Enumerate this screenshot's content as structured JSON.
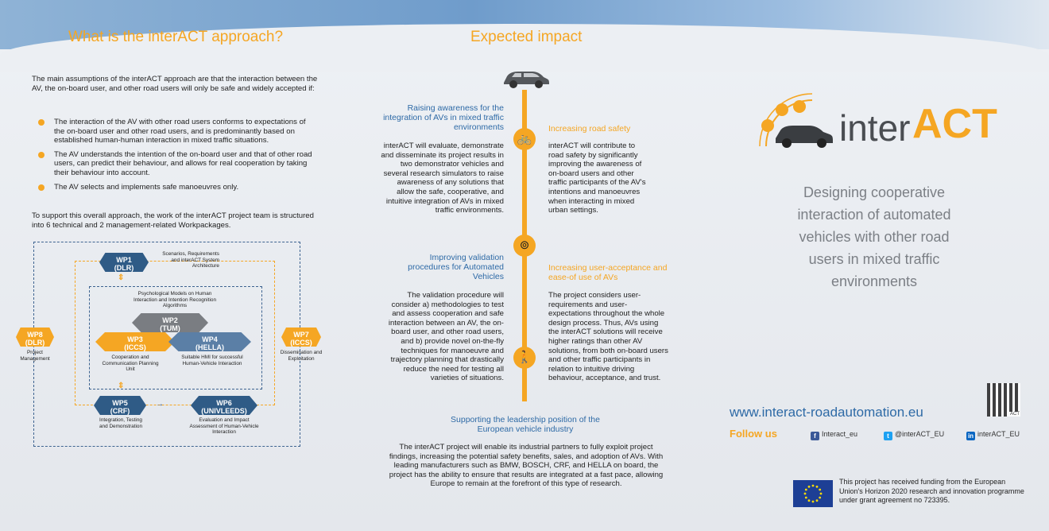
{
  "headers": {
    "left_title": "What is the interACT approach?",
    "middle_title": "Expected impact"
  },
  "left": {
    "intro": "The main assumptions of the interACT approach are that the interaction between the AV, the on-board user, and other road users will only be safe and widely accepted if:",
    "bullets": [
      "The interaction of the AV with other road users conforms to expectations of the on-board user and other road users, and is predominantly based on established human-human interaction in mixed traffic situations.",
      "The AV understands the intention of the on-board user and that of other road users, can predict their behaviour, and allows for real cooperation by taking their behaviour into account.",
      "The AV selects and implements safe manoeuvres only."
    ],
    "support": "To support this overall approach, the work of the interACT project team is structured into 6 technical and 2 management-related Workpackages."
  },
  "diagram": {
    "wp1": {
      "label": "WP1\n(DLR)",
      "desc": "Scenarios, Requirements and interACT System Architecture"
    },
    "psych": "Psychological Models on Human Interaction and Intention Recognition Algorithms",
    "wp2": {
      "label": "WP2\n(TUM)"
    },
    "wp3": {
      "label": "WP3\n(ICCS)",
      "desc": "Cooperation and Communication Planning Unit"
    },
    "wp4": {
      "label": "WP4\n(HELLA)",
      "desc": "Suitable HMI for successful Human-Vehicle Interaction"
    },
    "wp5": {
      "label": "WP5\n(CRF)",
      "desc": "Integration, Testing and Demonstration"
    },
    "wp6": {
      "label": "WP6\n(UNIVLEEDS)",
      "desc": "Evaluation and Impact Assessment of Human-Vehicle Interaction"
    },
    "wp7": {
      "label": "WP7\n(ICCS)",
      "desc": "Dissemination and Exploitation"
    },
    "wp8": {
      "label": "WP8\n(DLR)",
      "desc": "Project Management"
    }
  },
  "impact": {
    "awareness_title": "Raising awareness for the integration of AVs in mixed traffic environments",
    "awareness_body": "interACT will evaluate, demonstrate and disseminate its project results in two demonstrator vehicles and several research simulators to raise awareness of any solutions that allow  the safe, cooperative, and intuitive integration of AVs in mixed traffic environments.",
    "safety_title": "Increasing road safety",
    "safety_body": "interACT will contribute to road safety by significantly improving the awareness of on-board users and other traffic participants of the AV's intentions and manoeuvres when interacting in mixed urban settings.",
    "validation_title": "Improving validation procedures for Automated Vehicles",
    "validation_body": "The validation procedure will consider a) methodologies to test and assess cooperation and safe interaction between an AV, the on-board user, and other road users, and b) provide novel on-the-fly techniques for manoeuvre and trajectory planning that drastically reduce the need for testing all varieties of situations.",
    "acceptance_title": "Increasing user-acceptance and ease-of use of AVs",
    "acceptance_body": "The project considers user-requirements and user-expectations throughout the whole design process. Thus, AVs using the interACT solutions will receive higher ratings than other AV solutions, from both on-board users and other traffic participants in relation to intuitive driving behaviour, acceptance, and trust.",
    "leadership_title": "Supporting the leadership position of the European vehicle industry",
    "leadership_body": "The interACT project will enable its industrial partners to fully exploit project findings, increasing the potential safety benefits, sales, and adoption of AVs. With leading manufacturers such as BMW, BOSCH, CRF, and HELLA on board, the project has the ability to ensure that results are integrated at a fast pace, allowing Europe to remain at the forefront of this type of research."
  },
  "right": {
    "logo_text_a": "inter",
    "logo_text_b": "ACT",
    "tagline": "Designing cooperative interaction of automated vehicles with other road users in mixed traffic environments",
    "url": "www.interact-roadautomation.eu",
    "follow": "Follow us",
    "facebook": "Interact_eu",
    "twitter": "@interACT_EU",
    "linkedin": "interACT_EU",
    "qr_label": "ACT",
    "funding": "This project has received funding from the European Union's Horizon 2020 research and innovation programme under grant agreement no 723395."
  },
  "colors": {
    "accent": "#f5a623",
    "blue": "#2f5b86",
    "text_blue": "#2e6aa6"
  }
}
